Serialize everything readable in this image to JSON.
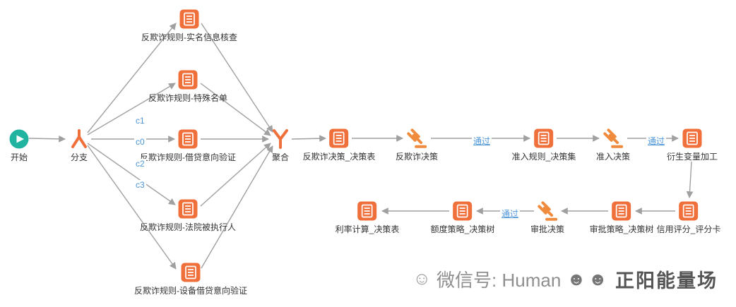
{
  "colors": {
    "node_orange": "#F0703C",
    "gavel_orange": "#F08A3C",
    "start_teal": "#1FB3A0",
    "edge_gray": "#A0A0A0",
    "edge_label_blue": "#4D96D9",
    "label_text": "#333333"
  },
  "nodes": {
    "start": {
      "label": "开始"
    },
    "branch": {
      "label": "分支"
    },
    "rule_realname": {
      "label": "反欺诈规则-实名信息核查"
    },
    "rule_special": {
      "label": "反欺诈规则-特殊名单"
    },
    "rule_loan_intent": {
      "label": "反欺诈规则-借贷意向验证"
    },
    "rule_court": {
      "label": "反欺诈规则-法院被执行人"
    },
    "rule_device": {
      "label": "反欺诈规则-设备借贷意向验证"
    },
    "aggregate": {
      "label": "聚合"
    },
    "antifraud_table": {
      "label": "反欺诈决策_决策表"
    },
    "antifraud_decision": {
      "label": "反欺诈决策"
    },
    "access_ruleset": {
      "label": "准入规则_决策集"
    },
    "access_decision": {
      "label": "准入决策"
    },
    "derived_var": {
      "label": "衍生变量加工"
    },
    "credit_scorecard": {
      "label": "信用评分_评分卡"
    },
    "approval_tree": {
      "label": "审批策略_决策树"
    },
    "approval_decision": {
      "label": "审批决策"
    },
    "quota_tree": {
      "label": "额度策略_决策树"
    },
    "rate_table": {
      "label": "利率计算_决策表"
    }
  },
  "edge_labels": {
    "c0": "c0",
    "c1": "c1",
    "c2": "c2",
    "c3": "c3",
    "pass": "通过"
  },
  "watermark": {
    "face": "☺",
    "text": "微信号: Human",
    "faces": "☻☻",
    "brand": "正阳能量场"
  }
}
